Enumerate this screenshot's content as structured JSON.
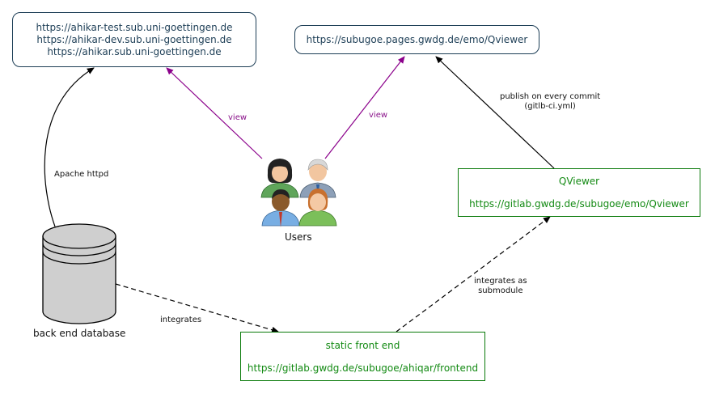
{
  "urls_box": {
    "lines": [
      "https://ahikar-test.sub.uni-goettingen.de",
      "https://ahikar-dev.sub.uni-goettingen.de",
      "https://ahikar.sub.uni-goettingen.de"
    ]
  },
  "pages_box": {
    "line": "https://subugoe.pages.gwdg.de/emo/Qviewer"
  },
  "qviewer_box": {
    "title": "QViewer",
    "url": "https://gitlab.gwdg.de/subugoe/emo/Qviewer"
  },
  "frontend_box": {
    "title": "static front end",
    "url": "https://gitlab.gwdg.de/subugoe/ahiqar/frontend"
  },
  "users": {
    "label": "Users"
  },
  "database": {
    "label": "back end database"
  },
  "edge_labels": {
    "apache": "Apache httpd",
    "view_left": "view",
    "view_right": "view",
    "publish_1": "publish on every commit",
    "publish_2": "(gitlb-ci.yml)",
    "integrates": "integrates",
    "submodule_1": "integrates as",
    "submodule_2": "submodule"
  },
  "colors": {
    "url_text": "#1d3e56",
    "green": "#138a13",
    "view_edge": "#8b008b",
    "edge": "#000000",
    "database_fill": "#cfcfcf"
  }
}
